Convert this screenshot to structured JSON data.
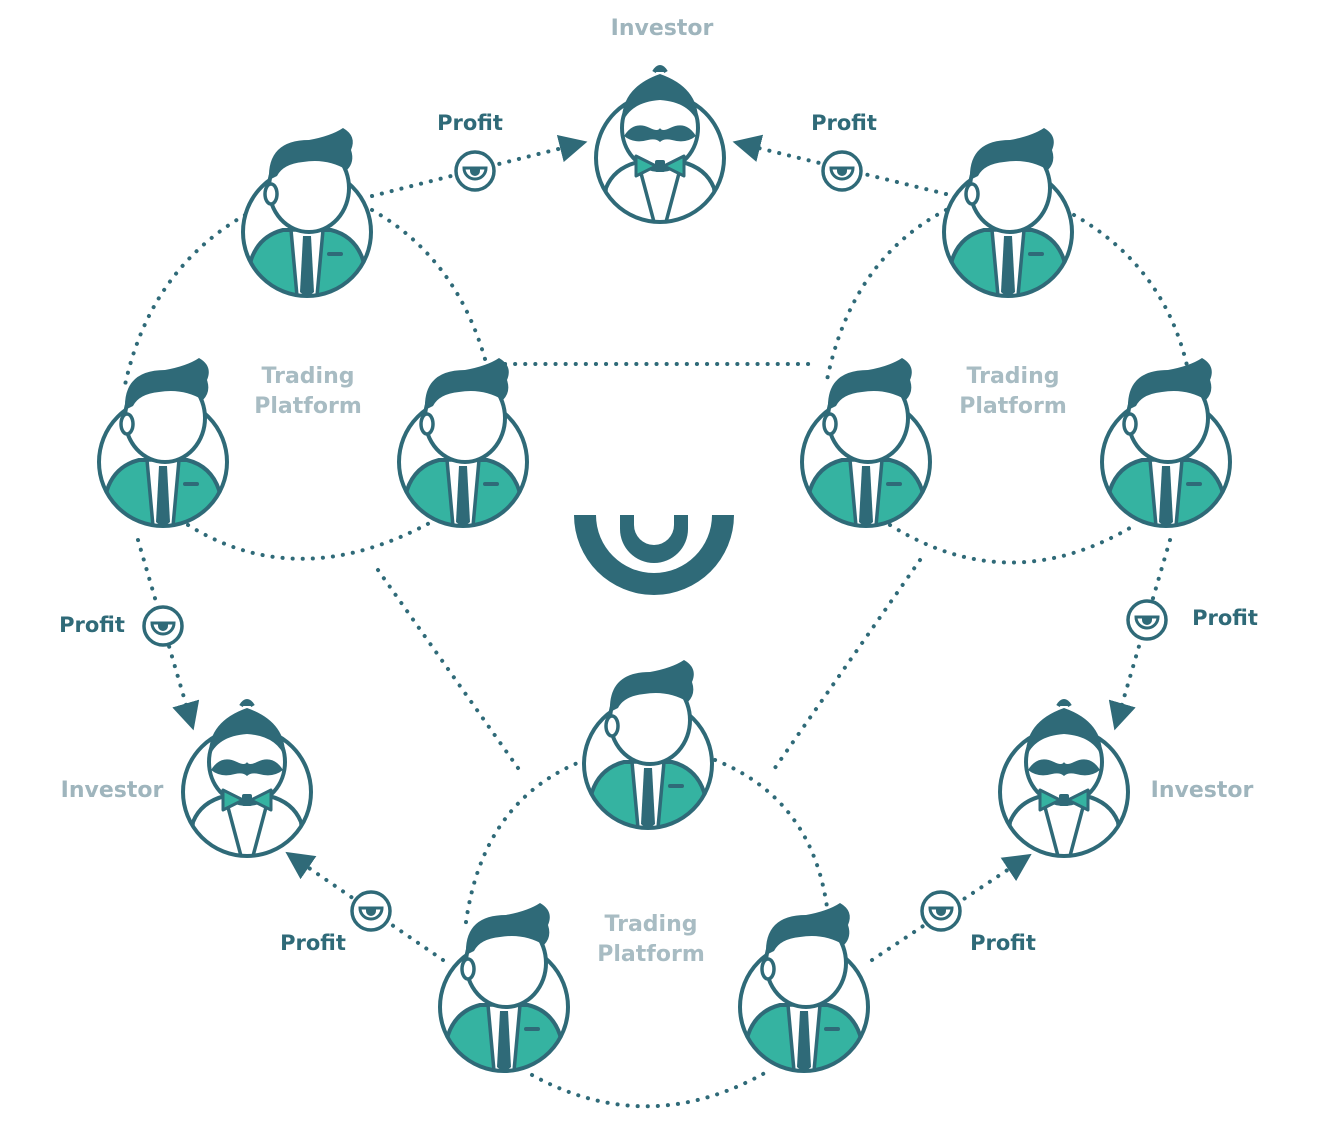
{
  "labels": {
    "investor_top": "Investor",
    "investor_left": "Investor",
    "investor_right": "Investor",
    "platform_left": [
      "Trading",
      "Platform"
    ],
    "platform_right": [
      "Trading",
      "Platform"
    ],
    "platform_bottom": [
      "Trading",
      "Platform"
    ],
    "profit": [
      "Profit",
      "Profit",
      "Profit",
      "Profit",
      "Profit",
      "Profit"
    ]
  },
  "colors": {
    "dark": "#2f6a78",
    "teal": "#35b3a1",
    "muted_label": "#a8bcc3",
    "white": "#ffffff"
  },
  "icons": {
    "trader": "trader-icon",
    "investor": "investor-icon",
    "coin": "coin-icon",
    "logo": "brand-logo-icon"
  }
}
